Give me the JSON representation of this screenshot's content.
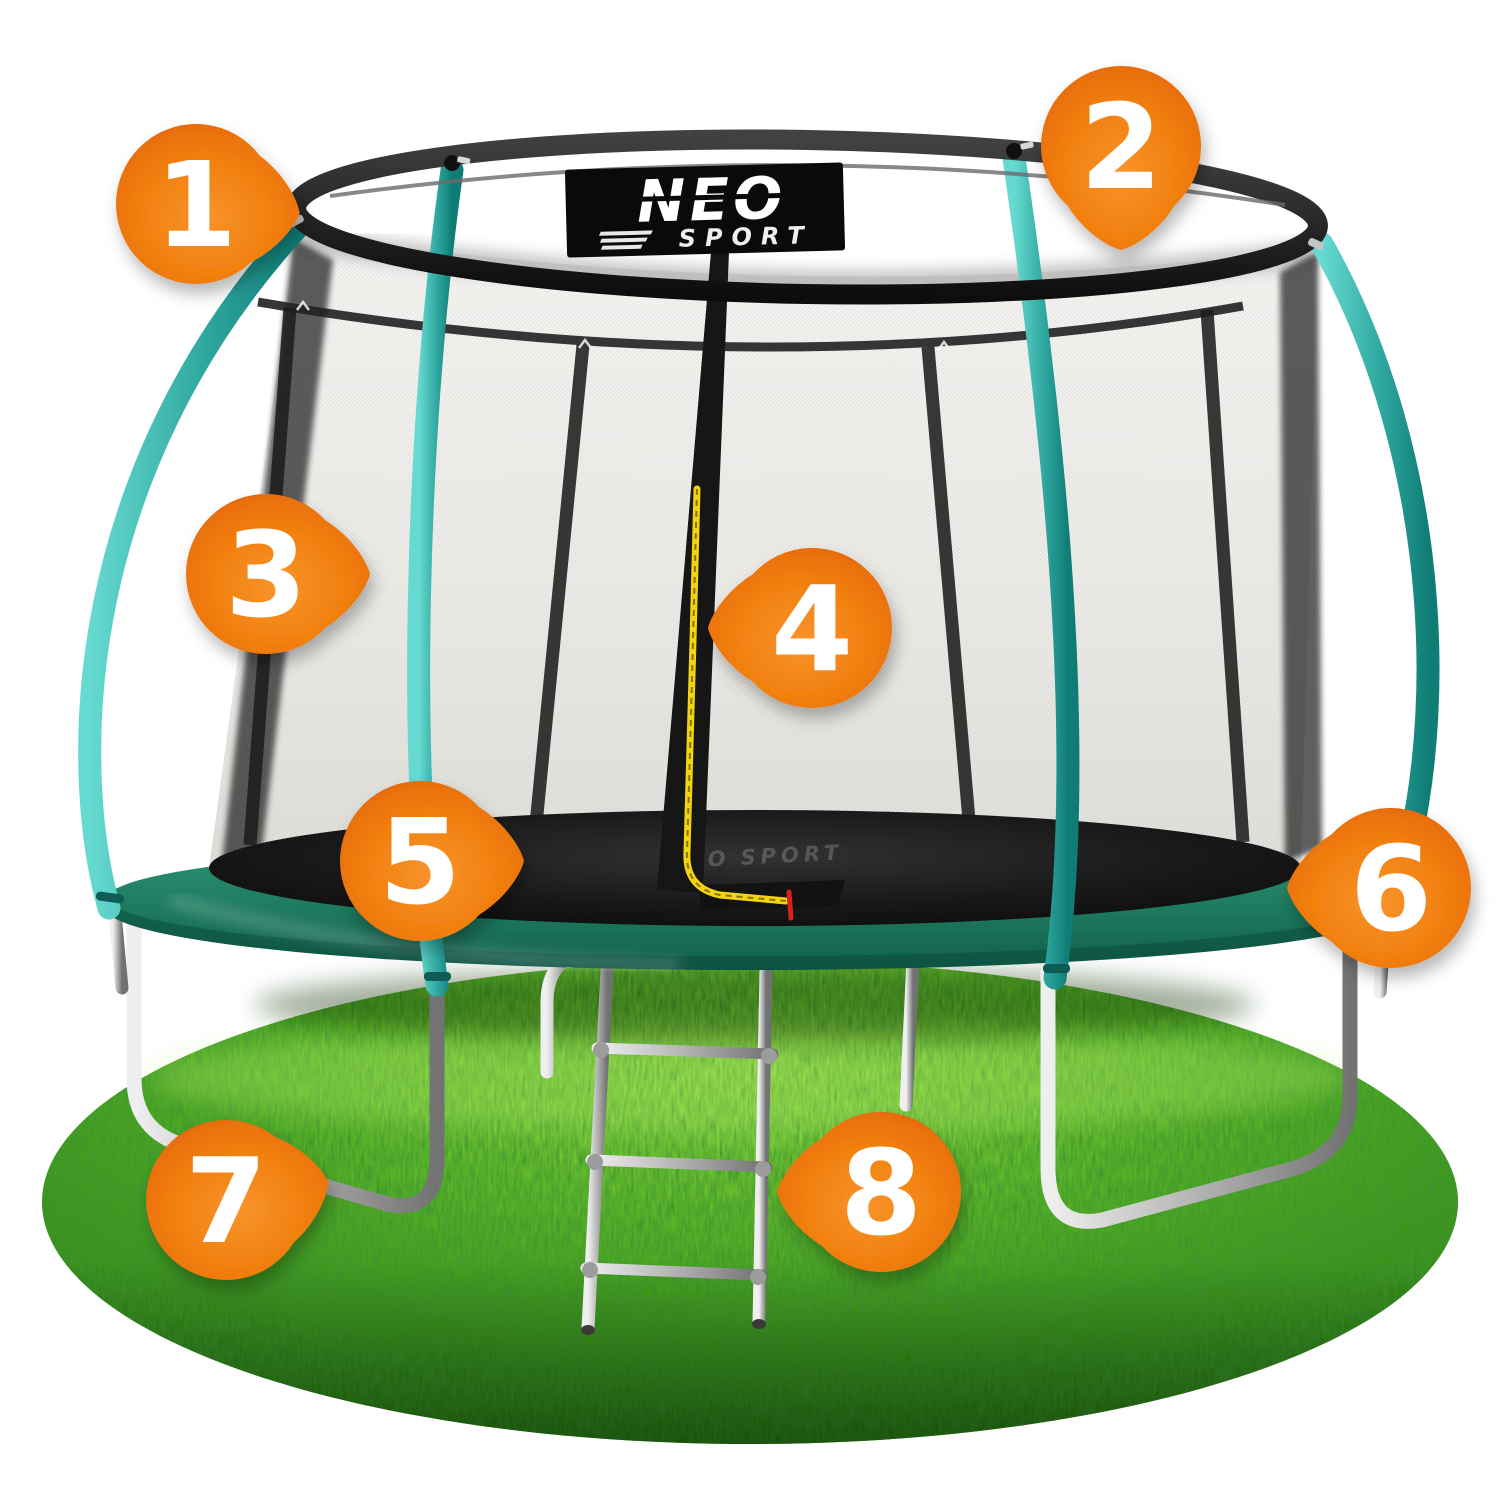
{
  "brand": {
    "name": "NEO",
    "sub": "SPORT"
  },
  "markers": [
    {
      "number": "1",
      "direction": "right"
    },
    {
      "number": "2",
      "direction": "down"
    },
    {
      "number": "3",
      "direction": "right"
    },
    {
      "number": "4",
      "direction": "left"
    },
    {
      "number": "5",
      "direction": "right"
    },
    {
      "number": "6",
      "direction": "left"
    },
    {
      "number": "7",
      "direction": "right-up"
    },
    {
      "number": "8",
      "direction": "left"
    }
  ],
  "colors": {
    "pin_orange": "#ef7c10",
    "pin_rim_red": "#bf2c10",
    "pole_teal": "#2fa8a0",
    "pad_green": "#1f7c60",
    "pad_green_dark": "#14654e",
    "grass_light": "#8ed944",
    "grass_dark": "#1f6309",
    "net_light": "#f1f0ee",
    "frame_black": "#161616",
    "zipper_yellow": "#f2d411",
    "zipper_pull_red": "#d42315",
    "metal_silver": "#c9c9c9"
  }
}
